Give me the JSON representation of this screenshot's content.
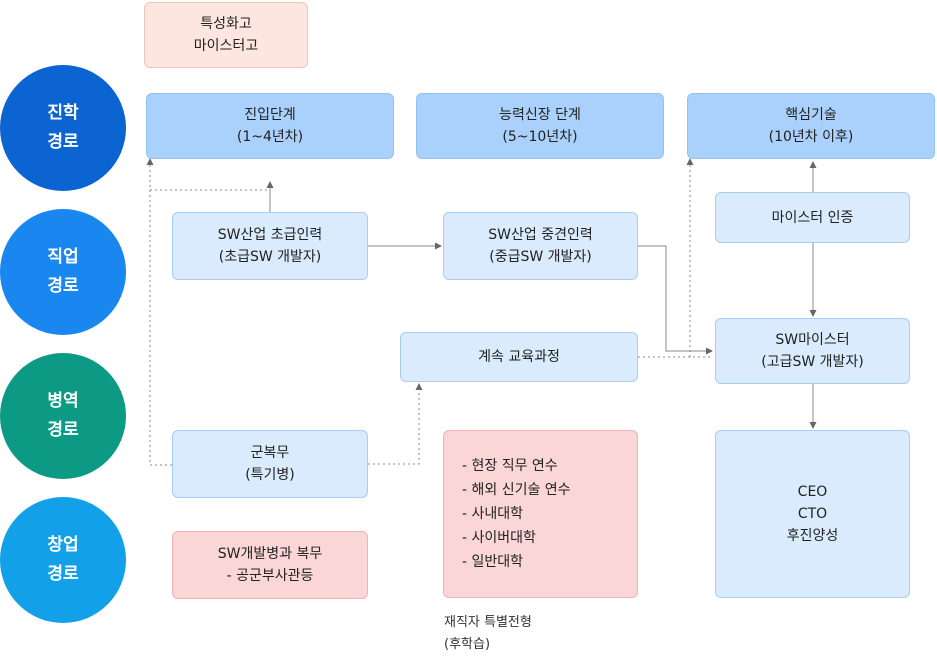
{
  "paths": [
    {
      "lines": [
        "진학",
        "경로"
      ],
      "color": "#0b64d2"
    },
    {
      "lines": [
        "직업",
        "경로"
      ],
      "color": "#1a86ef"
    },
    {
      "lines": [
        "병역",
        "경로"
      ],
      "color": "#0c9a85"
    },
    {
      "lines": [
        "창업",
        "경로"
      ],
      "color": "#12a1e8"
    }
  ],
  "boxes": {
    "meister_school": [
      "특성화고",
      "마이스터고"
    ],
    "entry_stage": [
      "진입단계",
      "(1~4년차)"
    ],
    "growth_stage": [
      "능력신장 단계",
      "(5~10년차)"
    ],
    "core_tech": [
      "핵심기술",
      "(10년차 이후)"
    ],
    "sw_junior": [
      "SW산업 초급인력",
      "(초급SW 개발자)"
    ],
    "sw_mid": [
      "SW산업 중견인력",
      "(중급SW 개발자)"
    ],
    "meister_cert": [
      "마이스터 인증"
    ],
    "continuing_edu": [
      "계속 교육과정"
    ],
    "sw_meister": [
      "SW마이스터",
      "(고급SW 개발자)"
    ],
    "military": [
      "군복무",
      "(특기병)"
    ],
    "training_list": [
      "- 현장 직무 연수",
      "- 해외 신기술 연수",
      "- 사내대학",
      "- 사이버대학",
      "- 일반대학"
    ],
    "career": [
      "CEO",
      "CTO",
      "후진양성"
    ],
    "sw_soldier": [
      "SW개발병과 복무",
      "- 공군부사관등"
    ]
  },
  "caption": [
    "재직자 특별전형",
    "(후학습)"
  ]
}
